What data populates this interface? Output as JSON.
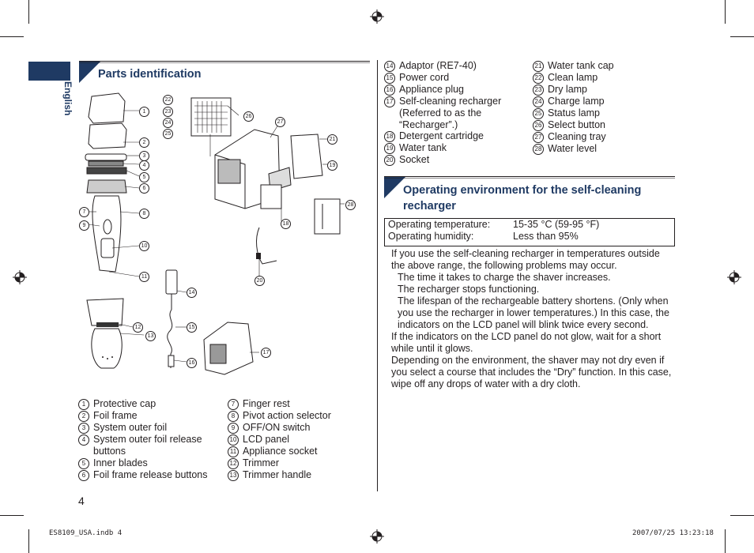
{
  "side_label": "English",
  "parts_heading": "Parts identification",
  "env_heading": "Operating environment for the self-cleaning recharger",
  "parts_left": [
    {
      "n": "1",
      "t": "Protective cap"
    },
    {
      "n": "2",
      "t": "Foil frame"
    },
    {
      "n": "3",
      "t": "System outer foil"
    },
    {
      "n": "4",
      "t": "System outer foil release buttons"
    },
    {
      "n": "5",
      "t": "Inner blades"
    },
    {
      "n": "6",
      "t": "Foil frame release buttons"
    }
  ],
  "parts_mid": [
    {
      "n": "7",
      "t": "Finger rest"
    },
    {
      "n": "8",
      "t": "Pivot action selector"
    },
    {
      "n": "9",
      "t": "OFF/ON switch"
    },
    {
      "n": "10",
      "t": "LCD panel"
    },
    {
      "n": "11",
      "t": "Appliance socket"
    },
    {
      "n": "12",
      "t": "Trimmer"
    },
    {
      "n": "13",
      "t": "Trimmer handle"
    }
  ],
  "parts_right1": [
    {
      "n": "14",
      "t": "Adaptor (RE7-40)"
    },
    {
      "n": "15",
      "t": "Power cord"
    },
    {
      "n": "16",
      "t": "Appliance plug"
    },
    {
      "n": "17",
      "t": "Self-cleaning recharger (Referred to as the “Recharger”.)"
    },
    {
      "n": "18",
      "t": "Detergent cartridge"
    },
    {
      "n": "19",
      "t": "Water tank"
    },
    {
      "n": "20",
      "t": "Socket"
    }
  ],
  "parts_right2": [
    {
      "n": "21",
      "t": "Water tank cap"
    },
    {
      "n": "22",
      "t": "Clean lamp"
    },
    {
      "n": "23",
      "t": "Dry lamp"
    },
    {
      "n": "24",
      "t": "Charge lamp"
    },
    {
      "n": "25",
      "t": "Status lamp"
    },
    {
      "n": "26",
      "t": "Select button"
    },
    {
      "n": "27",
      "t": "Cleaning tray"
    },
    {
      "n": "28",
      "t": "Water level"
    }
  ],
  "env_table": [
    {
      "k": "Operating temperature:",
      "v": "15-35 °C (59-95 °F)"
    },
    {
      "k": "Operating humidity:",
      "v": "Less than 95%"
    }
  ],
  "paragraphs": [
    "If you use the self-cleaning recharger in temperatures outside the above range, the following problems may occur.",
    "The time it takes to charge the shaver increases.",
    "The recharger stops functioning.",
    "The lifespan of the rechargeable battery shortens. (Only when you use the recharger in lower temperatures.) In this case, the indicators on the LCD panel will blink twice every second.",
    "If the indicators on the LCD panel do not glow, wait for a short while until it glows.",
    "Depending on the environment, the shaver may not dry even if you select a course that includes the “Dry” function. In this case, wipe off any drops of water with a dry cloth."
  ],
  "page_number": "4",
  "footer_left": "ES8109_USA.indb   4",
  "footer_right": "2007/07/25   13:23:18",
  "colors": {
    "accent": "#1f3a63",
    "ink": "#231f20"
  }
}
